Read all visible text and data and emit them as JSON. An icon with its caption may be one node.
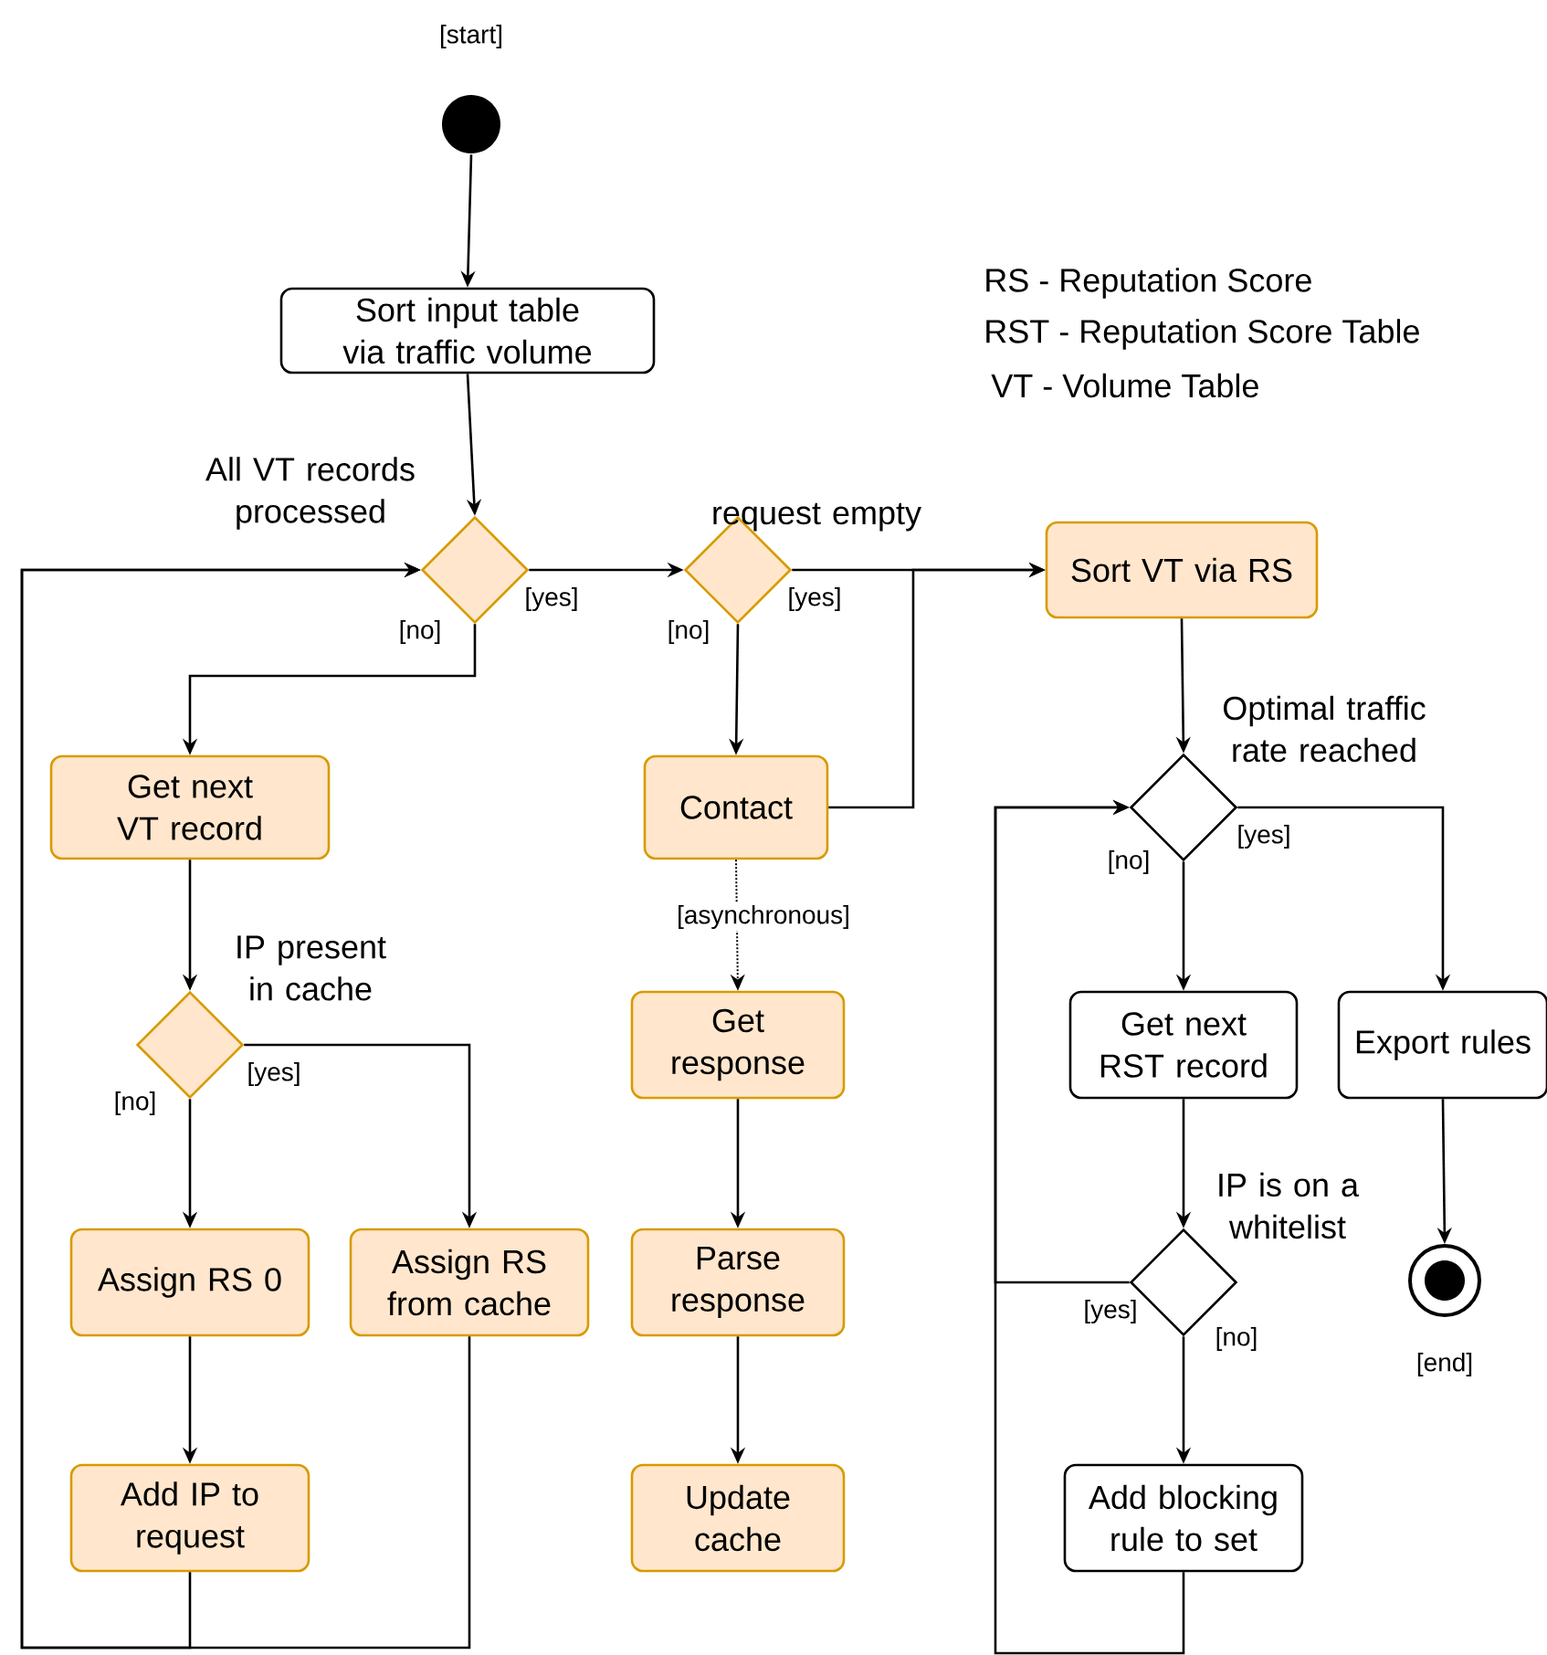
{
  "diagram": {
    "nodes": [
      {
        "text": [],
        "shape": "circle",
        "beside": [
          "[start]"
        ]
      },
      {
        "text": [
          "Sort input table via traffic volume"
        ]
      },
      {
        "text": [],
        "shape": "diamond",
        "beside": [
          "All VT records processed"
        ]
      },
      {
        "text": [],
        "shape": "diamond",
        "beside": [
          "request empty"
        ]
      },
      {
        "text": [
          "Sort VT via RS"
        ]
      },
      {
        "text": [
          "Get next VT record"
        ]
      },
      {
        "text": [
          "Contact"
        ]
      },
      {
        "text": [],
        "shape": "diamond",
        "beside": [
          "IP present in cache"
        ]
      },
      {
        "text": [
          "Get response"
        ]
      },
      {
        "text": [],
        "shape": "diamond",
        "beside": [
          "Optimal traffic rate reached"
        ]
      },
      {
        "text": [
          "Get next RST record"
        ]
      },
      {
        "text": [
          "Export rules"
        ]
      },
      {
        "text": [
          "Assign RS 0"
        ]
      },
      {
        "text": [
          "Assign RS from cache"
        ]
      },
      {
        "text": [
          "Parse response"
        ]
      },
      {
        "text": [],
        "shape": "diamond",
        "beside": [
          "IP is on a whitelist"
        ]
      },
      {
        "text": [],
        "shape": "circle",
        "beside": [
          "[end]"
        ]
      },
      {
        "text": [
          "Add IP to request"
        ]
      },
      {
        "text": [
          "Update cache"
        ]
      },
      {
        "text": [
          "Add blocking rule to set"
        ]
      }
    ],
    "edges": [
      {
        "from": 0,
        "to": 1,
        "arrow": "to"
      },
      {
        "from": 1,
        "to": 2,
        "arrow": "to"
      },
      {
        "from": 2,
        "to": 3,
        "arrow": "to",
        "label": "[yes]"
      },
      {
        "from": 2,
        "to": 5,
        "arrow": "to",
        "label": "[no]"
      },
      {
        "from": 3,
        "to": 4,
        "arrow": "to",
        "label": "[yes]"
      },
      {
        "from": 3,
        "to": 6,
        "arrow": "to",
        "label": "[no]"
      },
      {
        "from": 6,
        "to": 4,
        "arrow": "to"
      },
      {
        "from": 5,
        "to": 7,
        "arrow": "to"
      },
      {
        "from": 7,
        "to": 12,
        "arrow": "to",
        "label": "[no]"
      },
      {
        "from": 7,
        "to": 13,
        "arrow": "to",
        "label": "[yes]"
      },
      {
        "from": 6,
        "to": 8,
        "arrow": "to",
        "label": "[asynchronous]",
        "style": "dashed"
      },
      {
        "from": 8,
        "to": 14,
        "arrow": "to"
      },
      {
        "from": 14,
        "to": 18,
        "arrow": "to"
      },
      {
        "from": 12,
        "to": 17,
        "arrow": "to"
      },
      {
        "from": 17,
        "to": 2,
        "arrow": "to"
      },
      {
        "from": 13,
        "to": 2,
        "arrow": "to"
      },
      {
        "from": 4,
        "to": 9,
        "arrow": "to"
      },
      {
        "from": 9,
        "to": 10,
        "arrow": "to",
        "label": "[no]"
      },
      {
        "from": 9,
        "to": 11,
        "arrow": "to",
        "label": "[yes]"
      },
      {
        "from": 11,
        "to": 16,
        "arrow": "to"
      },
      {
        "from": 10,
        "to": 15,
        "arrow": "to"
      },
      {
        "from": 15,
        "to": 19,
        "arrow": "to",
        "label": "[no]"
      },
      {
        "from": 15,
        "to": 9,
        "arrow": "to",
        "label": "[yes]"
      },
      {
        "from": 19,
        "to": 9,
        "arrow": "to"
      }
    ],
    "labels": [
      "RS - Reputation Score",
      "RST - Reputation Score Table",
      "VT - Volume Table"
    ]
  }
}
